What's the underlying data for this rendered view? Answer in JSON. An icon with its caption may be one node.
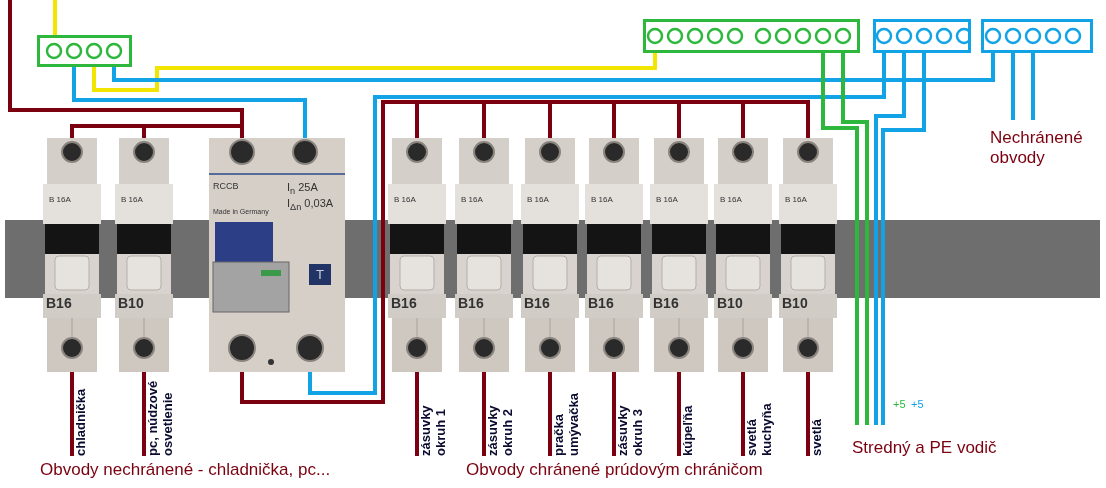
{
  "diagram": {
    "nodes": [
      {
        "text": [],
        "shape": "box"
      },
      {
        "text": [],
        "shape": "box"
      },
      {
        "text": [],
        "shape": "box"
      },
      {
        "text": [],
        "shape": "box"
      },
      {
        "text": [
          "B 16A",
          "B16"
        ]
      },
      {
        "text": [
          "B 16A",
          "B10"
        ]
      },
      {
        "text": [
          "RCCB",
          "Made in Germany",
          "I$_{n}$ 25A",
          "I$_{Δn}$ 0,03A",
          "T"
        ]
      },
      {
        "text": [
          "B 16A",
          "B16"
        ]
      },
      {
        "text": [
          "B 16A",
          "B16"
        ]
      },
      {
        "text": [
          "B 16A",
          "B16"
        ]
      },
      {
        "text": [
          "B 16A",
          "B16"
        ]
      },
      {
        "text": [
          "B 16A",
          "B16"
        ]
      },
      {
        "text": [
          "B 16A",
          "B10"
        ]
      },
      {
        "text": [
          "B 16A",
          "B10"
        ]
      },
      {
        "text": [
          "chladnička"
        ]
      },
      {
        "text": [
          "pc, núdzové osvetlenie"
        ]
      },
      {
        "text": [
          "zásuvky okruh 1"
        ]
      },
      {
        "text": [
          "zásuvky okruh 2"
        ]
      },
      {
        "text": [
          "pračka umývačka"
        ]
      },
      {
        "text": [
          "zásuvky okruh 3"
        ]
      },
      {
        "text": [
          "kúpeľňa"
        ]
      },
      {
        "text": [
          "svetlá kuchyňa"
        ]
      },
      {
        "text": [
          "svetlá"
        ]
      }
    ],
    "edges": [
      {
        "from": null,
        "to": 6,
        "arrow": "none"
      },
      {
        "from": null,
        "to": 4,
        "arrow": "none"
      },
      {
        "from": null,
        "to": 5,
        "arrow": "none"
      },
      {
        "from": null,
        "to": 0,
        "arrow": "none",
        "color": "#f2e600"
      },
      {
        "from": 0,
        "to": 6,
        "arrow": "none",
        "color": "#12a3e6"
      },
      {
        "from": 0,
        "to": 1,
        "arrow": "none",
        "color": "#f2e600"
      },
      {
        "from": 0,
        "to": 3,
        "arrow": "none",
        "color": "#12a3e6"
      },
      {
        "from": 6,
        "to": 7,
        "arrow": "none"
      },
      {
        "from": 6,
        "to": 8,
        "arrow": "none"
      },
      {
        "from": 6,
        "to": 9,
        "arrow": "none"
      },
      {
        "from": 6,
        "to": 10,
        "arrow": "none"
      },
      {
        "from": 6,
        "to": 11,
        "arrow": "none"
      },
      {
        "from": 6,
        "to": 12,
        "arrow": "none"
      },
      {
        "from": 6,
        "to": 13,
        "arrow": "none"
      },
      {
        "from": 6,
        "to": 2,
        "arrow": "none",
        "color": "#12a3e6"
      },
      {
        "from": 1,
        "to": null,
        "arrow": "none",
        "color": "#2db83d"
      },
      {
        "from": 1,
        "to": null,
        "arrow": "none",
        "color": "#2db83d"
      },
      {
        "from": 2,
        "to": null,
        "arrow": "none",
        "color": "#12a3e6"
      },
      {
        "from": 2,
        "to": null,
        "arrow": "none",
        "color": "#12a3e6"
      },
      {
        "from": 3,
        "to": null,
        "arrow": "none",
        "color": "#12a3e6"
      },
      {
        "from": 3,
        "to": null,
        "arrow": "none",
        "color": "#12a3e6"
      },
      {
        "from": 4,
        "to": 14,
        "arrow": "none"
      },
      {
        "from": 5,
        "to": 15,
        "arrow": "none"
      },
      {
        "from": 7,
        "to": 16,
        "arrow": "none"
      },
      {
        "from": 8,
        "to": 17,
        "arrow": "none"
      },
      {
        "from": 9,
        "to": 18,
        "arrow": "none"
      },
      {
        "from": 10,
        "to": 19,
        "arrow": "none"
      },
      {
        "from": 11,
        "to": 20,
        "arrow": "none"
      },
      {
        "from": 12,
        "to": 21,
        "arrow": "none"
      },
      {
        "from": 13,
        "to": 22,
        "arrow": "none"
      }
    ],
    "labels": [
      "Nechránené obvody",
      "+5",
      "+5",
      "Stredný a PE vodič",
      "Obvody nechránené - chladnička, pc...",
      "Obvody chránené prúdovým chráničom"
    ]
  }
}
